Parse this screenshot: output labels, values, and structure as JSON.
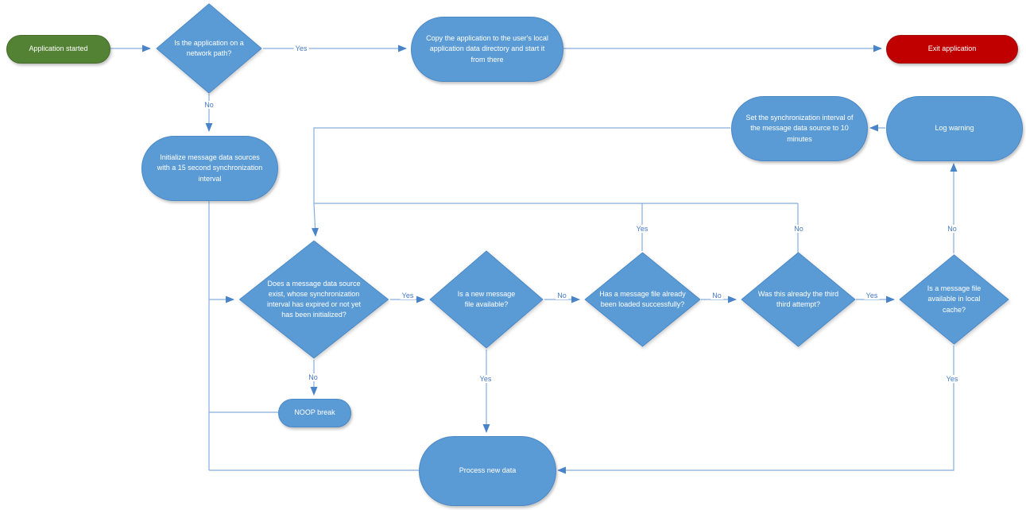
{
  "diagram": {
    "colors": {
      "shape_blue": "#5B9BD5",
      "shape_blue_border": "#4A89C8",
      "shape_green": "#548235",
      "shape_green_border": "#456C2B",
      "shape_red": "#C00000",
      "shape_red_border": "#A20F0F",
      "connector_line": "#84AEDD",
      "arrowhead": "#4A84C8",
      "edge_label_text": "#4477C4"
    },
    "nodes": {
      "start": {
        "type": "start",
        "label": "Application started"
      },
      "network_path": {
        "type": "decision",
        "label": "Is the application on a network path?"
      },
      "copy_app": {
        "type": "process",
        "label": "Copy the application to the user's local application data directory and start it from there"
      },
      "exit_app": {
        "type": "terminator",
        "label": "Exit application"
      },
      "init_sources": {
        "type": "process",
        "label": "Initialize message data sources with a 15 second synchronization interval"
      },
      "set_interval": {
        "type": "process",
        "label": "Set the synchronization interval of the message data source to 10 minutes"
      },
      "log_warning": {
        "type": "process",
        "label": "Log warning"
      },
      "source_exists": {
        "type": "decision",
        "label": "Does a message data source exist, whose synchronization interval has expired or not yet has been initialized?"
      },
      "new_file": {
        "type": "decision",
        "label": "Is a new message file available?"
      },
      "already_loaded": {
        "type": "decision",
        "label": "Has a message file already been loaded successfully?"
      },
      "third_attempt": {
        "type": "decision",
        "label": "Was this already the third third attempt?"
      },
      "local_cache": {
        "type": "decision",
        "label": "Is a message file available in local cache?"
      },
      "noop_break": {
        "type": "process",
        "label": "NOOP break"
      },
      "process_data": {
        "type": "process",
        "label": "Process new data"
      }
    },
    "edge_labels": {
      "network_yes": "Yes",
      "network_no": "No",
      "source_exists_yes": "Yes",
      "source_exists_no": "No",
      "new_file_no": "No",
      "new_file_yes": "Yes",
      "already_loaded_no": "No",
      "already_loaded_yes": "Yes",
      "third_attempt_no": "No",
      "third_attempt_yes": "Yes",
      "local_cache_no": "No",
      "local_cache_yes": "Yes"
    }
  }
}
